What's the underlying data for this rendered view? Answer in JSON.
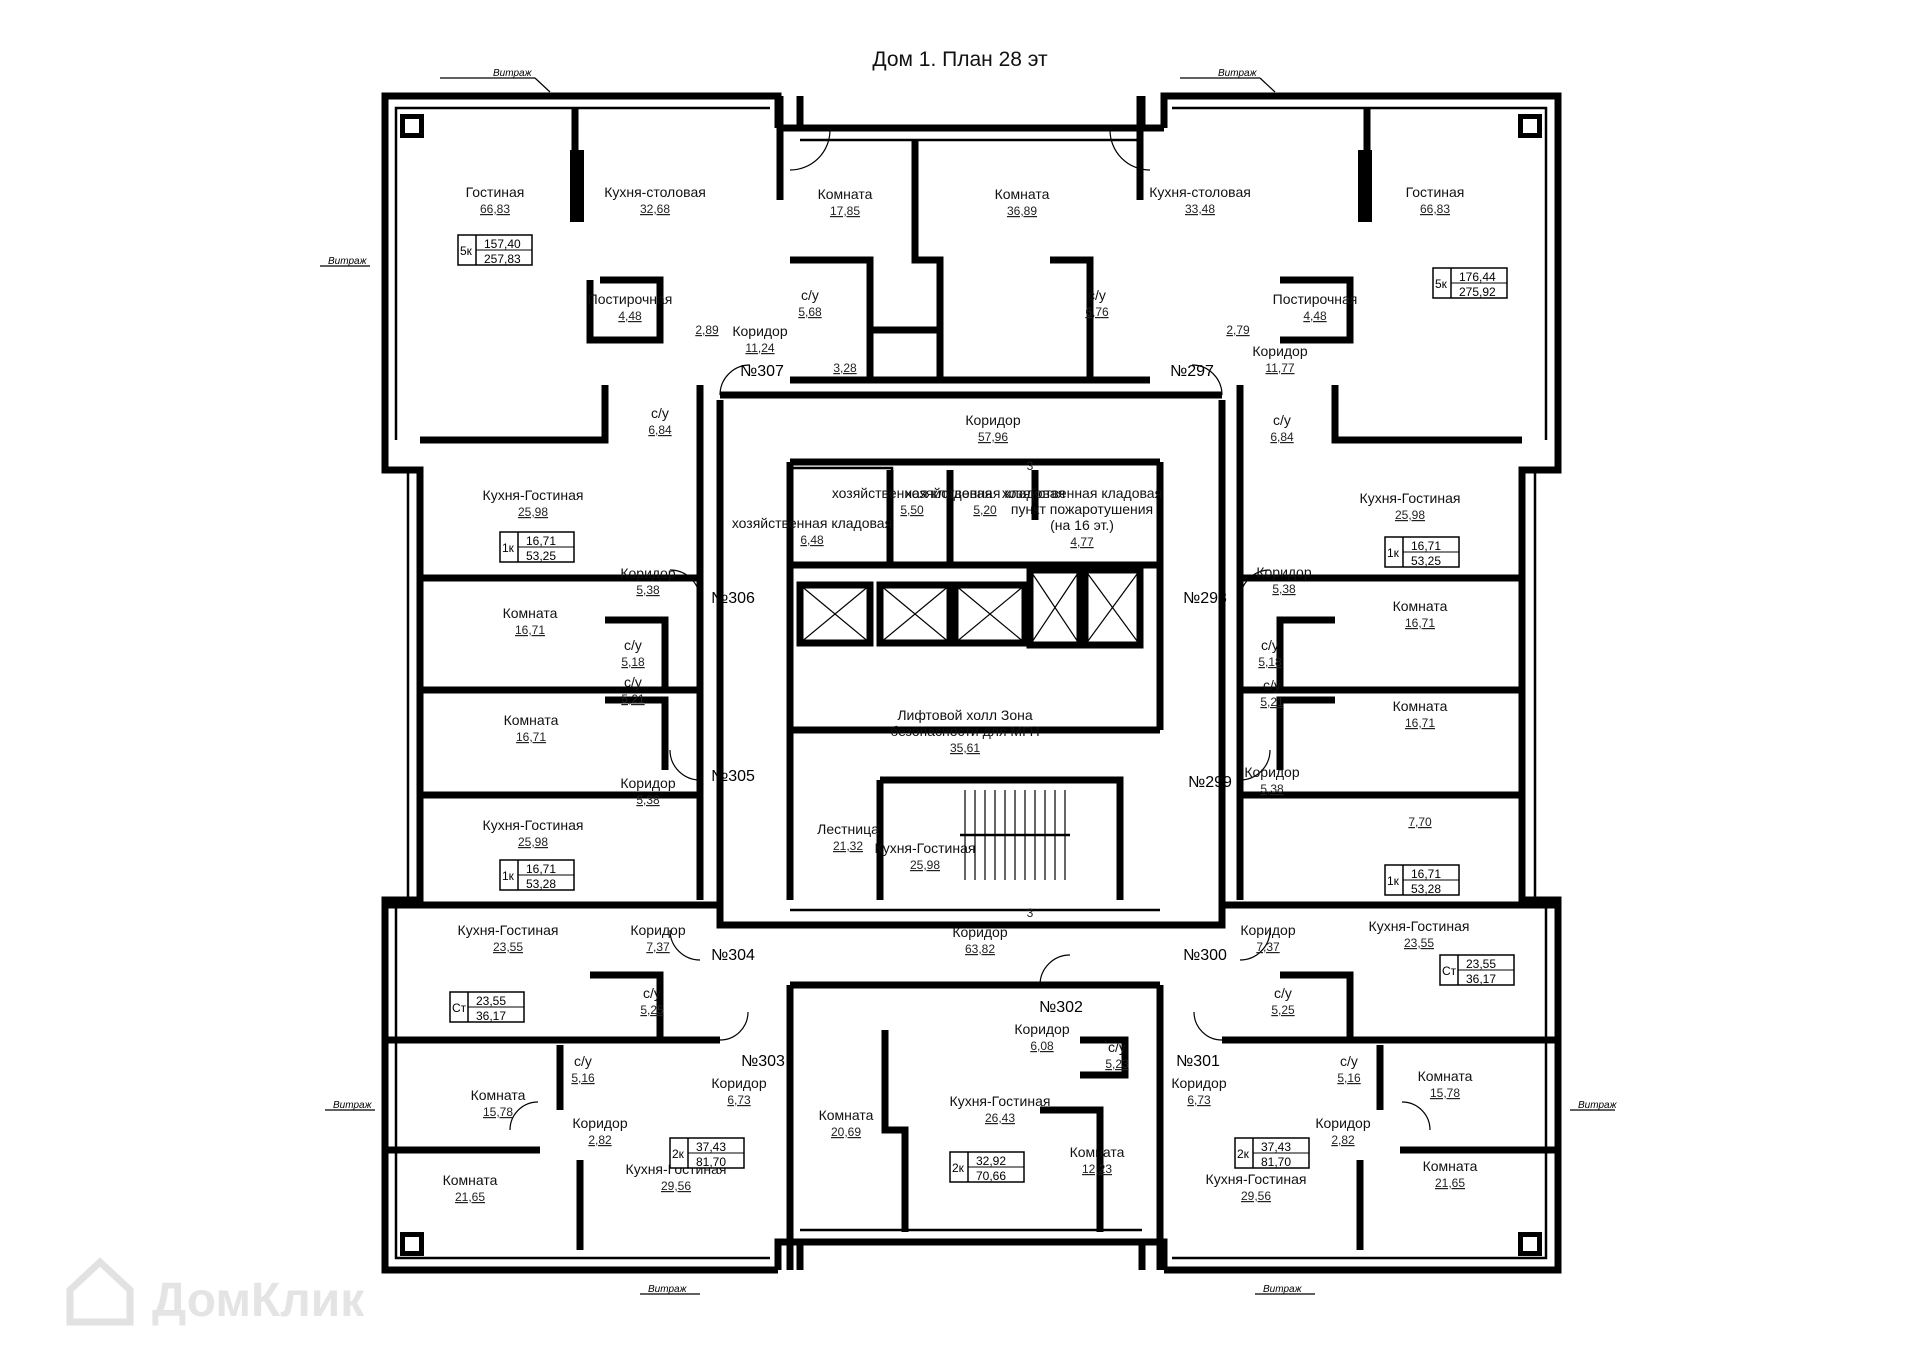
{
  "title": "Дом 1. План 28 эт",
  "vitrazh_label": "Витраж",
  "watermark": "ДомКлик",
  "apartments": [
    "№307",
    "№297",
    "№306",
    "№298",
    "№305",
    "№299",
    "№304",
    "№300",
    "№303",
    "№302",
    "№301"
  ],
  "rooms": [
    {
      "label": "Гостиная",
      "area": "66,83"
    },
    {
      "label": "Кухня-столовая",
      "area": "32,68"
    },
    {
      "label": "Комната",
      "area": "17,85"
    },
    {
      "label": "Комната",
      "area": "36,89"
    },
    {
      "label": "Кухня-столовая",
      "area": "33,48"
    },
    {
      "label": "Гостиная",
      "area": "66,83"
    },
    {
      "label": "Постирочная",
      "area": "4,48"
    },
    {
      "label": "",
      "area": "2,89"
    },
    {
      "label": "Коридор",
      "area": "11,24"
    },
    {
      "label": "с/у",
      "area": "5,68"
    },
    {
      "label": "",
      "area": "3,28"
    },
    {
      "label": "с/у",
      "area": "6,76"
    },
    {
      "label": "",
      "area": "2,79"
    },
    {
      "label": "Постирочная",
      "area": "4,48"
    },
    {
      "label": "Коридор",
      "area": "11,77"
    },
    {
      "label": "с/у",
      "area": "6,84"
    },
    {
      "label": "Коридор",
      "area": "57,96"
    },
    {
      "label": "с/у",
      "area": "6,84"
    },
    {
      "label": "Кухня-Гостиная",
      "area": "25,98"
    },
    {
      "label": "хозяйственная кладовая",
      "area": "6,48"
    },
    {
      "label": "хозяйственная кладовая",
      "area": "5,50"
    },
    {
      "label": "хозяйственная кладовая",
      "area": "5,20"
    },
    {
      "label": "хозяйственная кладовая пункт пожаротушения (на 16 эт.)",
      "area": "4,77"
    },
    {
      "label": "Кухня-Гостиная",
      "area": "25,98"
    },
    {
      "label": "Коридор",
      "area": "5,38"
    },
    {
      "label": "Коридор",
      "area": "5,38"
    },
    {
      "label": "Комната",
      "area": "16,71"
    },
    {
      "label": "с/у",
      "area": "5,18"
    },
    {
      "label": "Комната",
      "area": "16,71"
    },
    {
      "label": "с/у",
      "area": "5,18"
    },
    {
      "label": "Лифтовой холл Зона безопасности для МГН",
      "area": "35,61"
    },
    {
      "label": "Комната",
      "area": "16,71"
    },
    {
      "label": "с/у",
      "area": "5,21"
    },
    {
      "label": "с/у",
      "area": "5,21"
    },
    {
      "label": "Комната",
      "area": "16,71"
    },
    {
      "label": "Коридор",
      "area": "5,38"
    },
    {
      "label": "Коридор",
      "area": "5,38"
    },
    {
      "label": "Кухня-Гостиная",
      "area": "25,98"
    },
    {
      "label": "",
      "area": "7,70"
    },
    {
      "label": "Лестница",
      "area": "21,32"
    },
    {
      "label": "Кухня-Гостиная",
      "area": "25,98"
    },
    {
      "label": "Кухня-Гостиная",
      "area": "23,55"
    },
    {
      "label": "Коридор",
      "area": "7,37"
    },
    {
      "label": "Коридор",
      "area": "63,82"
    },
    {
      "label": "Коридор",
      "area": "7,37"
    },
    {
      "label": "Кухня-Гостиная",
      "area": "23,55"
    },
    {
      "label": "с/у",
      "area": "5,25"
    },
    {
      "label": "Коридор",
      "area": "6,08"
    },
    {
      "label": "с/у",
      "area": "5,25"
    },
    {
      "label": "с/у",
      "area": "5,16"
    },
    {
      "label": "Коридор",
      "area": "6,73"
    },
    {
      "label": "с/у",
      "area": "5,23"
    },
    {
      "label": "Коридор",
      "area": "6,73"
    },
    {
      "label": "с/у",
      "area": "5,16"
    },
    {
      "label": "Комната",
      "area": "15,78"
    },
    {
      "label": "Комната",
      "area": "20,69"
    },
    {
      "label": "Кухня-Гостиная",
      "area": "26,43"
    },
    {
      "label": "Комната",
      "area": "15,78"
    },
    {
      "label": "Коридор",
      "area": "2,82"
    },
    {
      "label": "Комната",
      "area": "12,23"
    },
    {
      "label": "Коридор",
      "area": "2,82"
    },
    {
      "label": "Комната",
      "area": "21,65"
    },
    {
      "label": "Кухня-Гостиная",
      "area": "29,56"
    },
    {
      "label": "Кухня-Гостиная",
      "area": "29,56"
    },
    {
      "label": "Комната",
      "area": "21,65"
    }
  ],
  "badges": [
    {
      "type": "5к",
      "living": "157,40",
      "total": "257,83"
    },
    {
      "type": "5к",
      "living": "176,44",
      "total": "275,92"
    },
    {
      "type": "1к",
      "living": "16,71",
      "total": "53,25"
    },
    {
      "type": "1к",
      "living": "16,71",
      "total": "53,25"
    },
    {
      "type": "1к",
      "living": "16,71",
      "total": "53,28"
    },
    {
      "type": "1к",
      "living": "16,71",
      "total": "53,28"
    },
    {
      "type": "Ст",
      "living": "23,55",
      "total": "36,17"
    },
    {
      "type": "Ст",
      "living": "23,55",
      "total": "36,17"
    },
    {
      "type": "2к",
      "living": "37,43",
      "total": "81,70"
    },
    {
      "type": "2к",
      "living": "32,92",
      "total": "70,66"
    },
    {
      "type": "2к",
      "living": "37,43",
      "total": "81,70"
    }
  ],
  "marks": [
    "3",
    "3"
  ]
}
